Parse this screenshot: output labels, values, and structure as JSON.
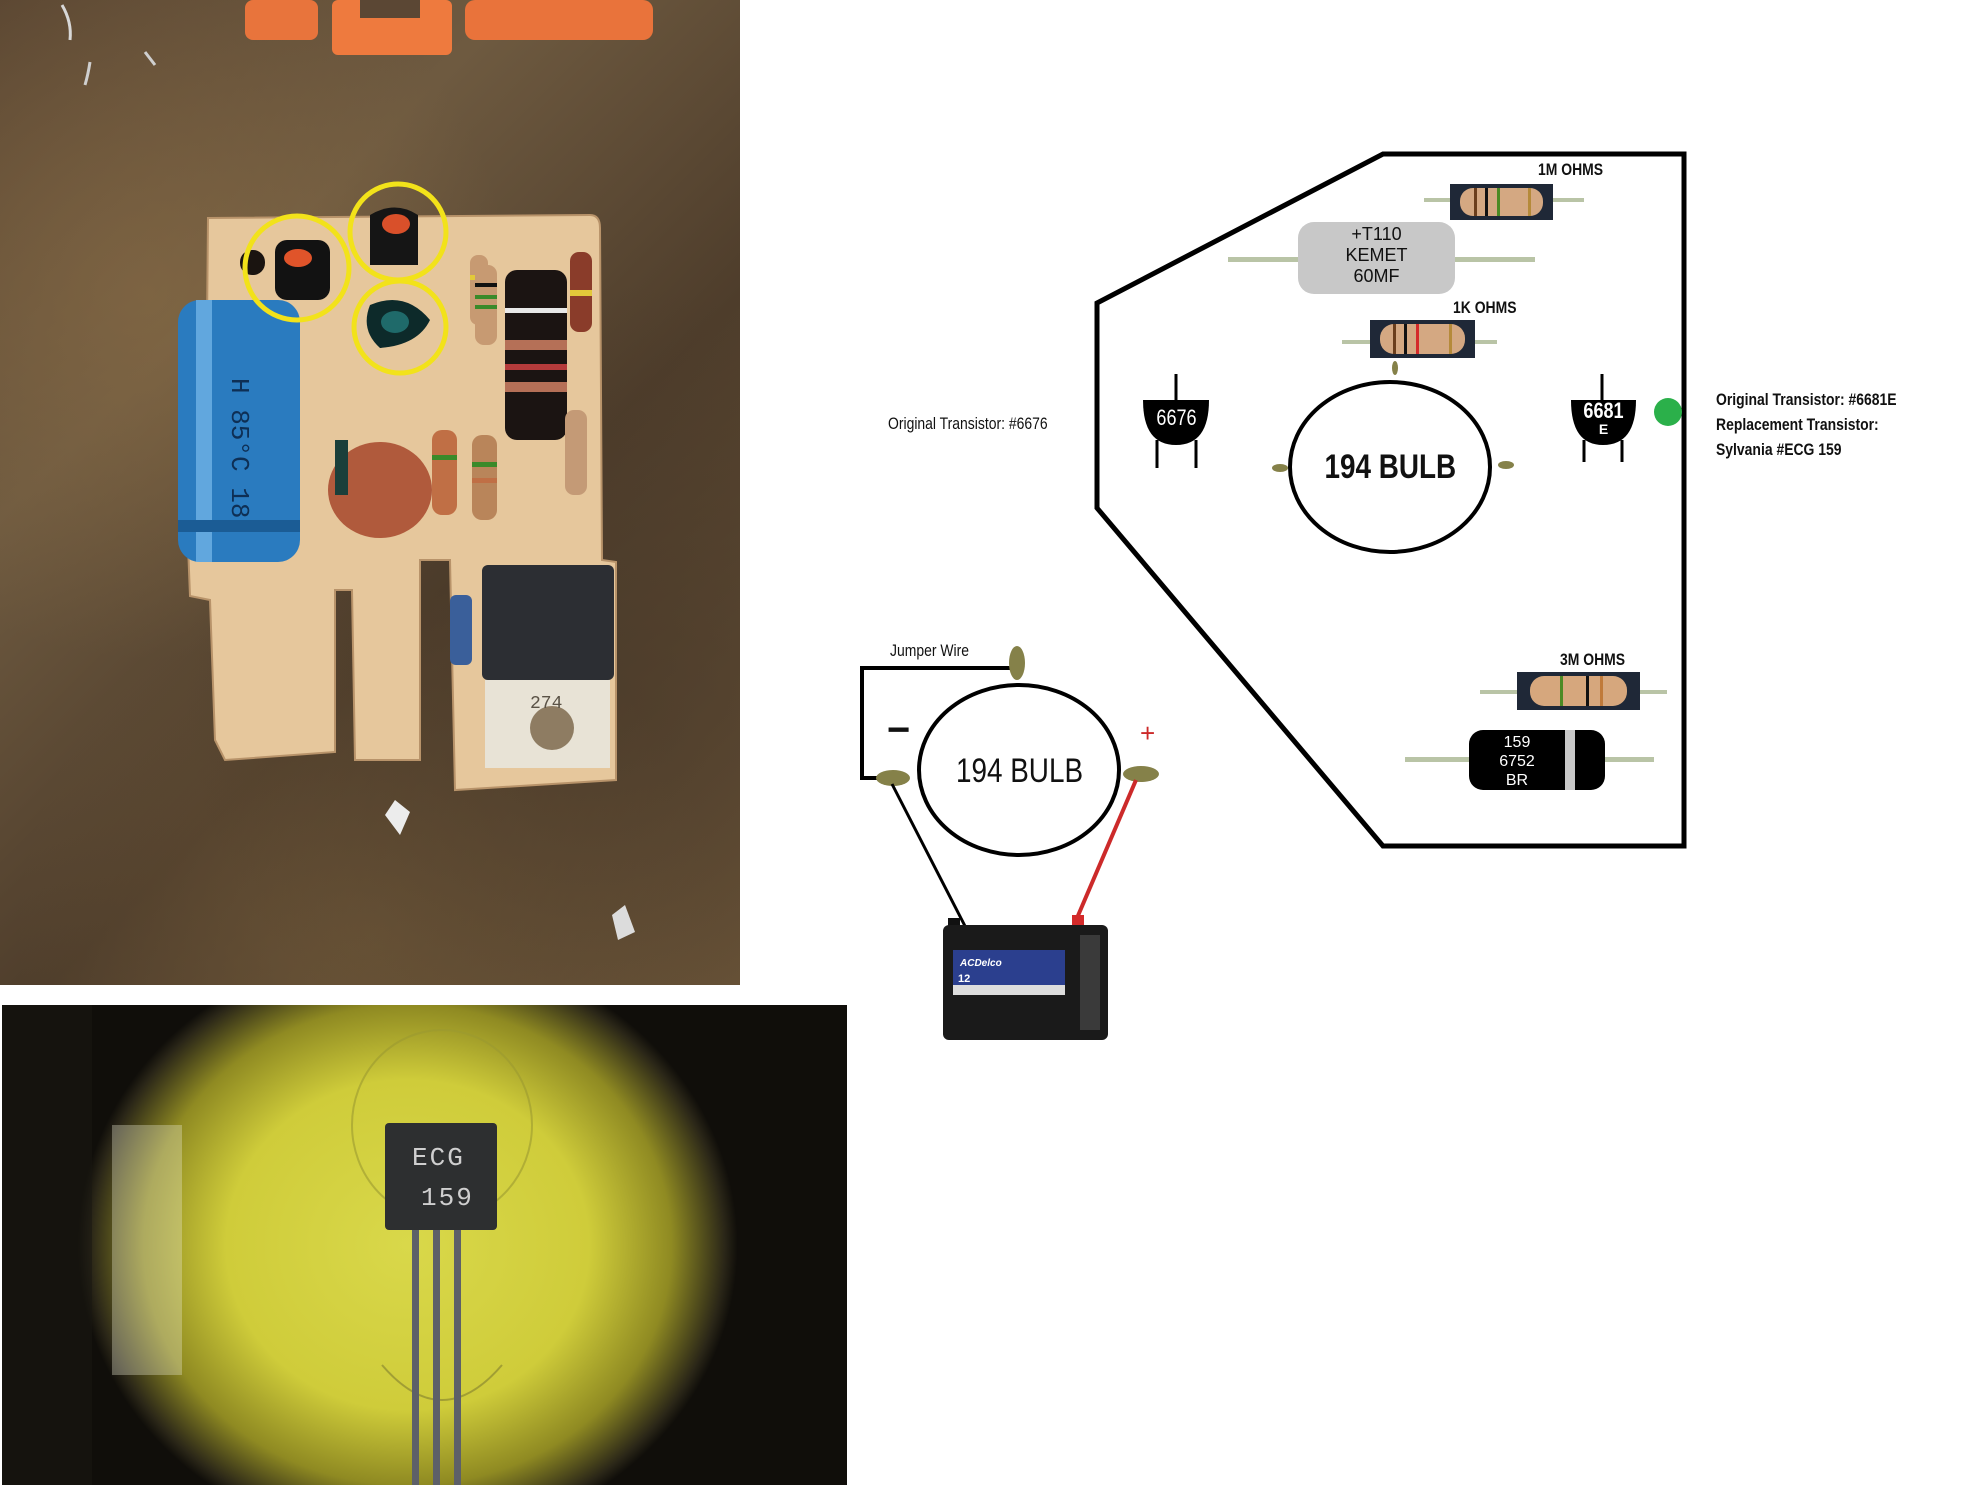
{
  "photos": {
    "board": {
      "description": "Circuit board photo with three transistors circled in yellow",
      "capacitor_marking": "H 85°C 18",
      "regulator_marking": "274",
      "highlight_color": "#f2e21a"
    },
    "replacement": {
      "description": "Close-up of replacement transistor under magnifier",
      "marking_line1": "ECG",
      "marking_line2": "159"
    }
  },
  "diagram": {
    "resistor_1m": {
      "label": "1M  OHMS"
    },
    "capacitor": {
      "line1": "+T110",
      "line2": "KEMET",
      "line3": "60MF"
    },
    "resistor_1k": {
      "label": "1K  OHMS"
    },
    "transistor_left": {
      "marking": "6676",
      "note": "Original Transistor: #6676"
    },
    "transistor_right": {
      "marking": "6681",
      "marking_sub": "E",
      "note_line1": "Original Transistor: #6681E",
      "note_line2": "Replacement Transistor:",
      "note_line3": "Sylvania #ECG 159",
      "indicator_color": "#2bb04a"
    },
    "bulb_onboard": {
      "label": "194 BULB"
    },
    "resistor_3m": {
      "label": "3M  OHMS"
    },
    "diode": {
      "line1": "159",
      "line2": "6752",
      "line3": "BR"
    },
    "test_circuit": {
      "jumper_label": "Jumper Wire",
      "bulb_label": "194 BULB",
      "negative_symbol": "−",
      "positive_symbol": "+",
      "positive_wire_color": "#cc2a2a",
      "terminal_color": "#858149"
    },
    "battery": {
      "brand": "ACDelco",
      "badge": "12"
    }
  }
}
